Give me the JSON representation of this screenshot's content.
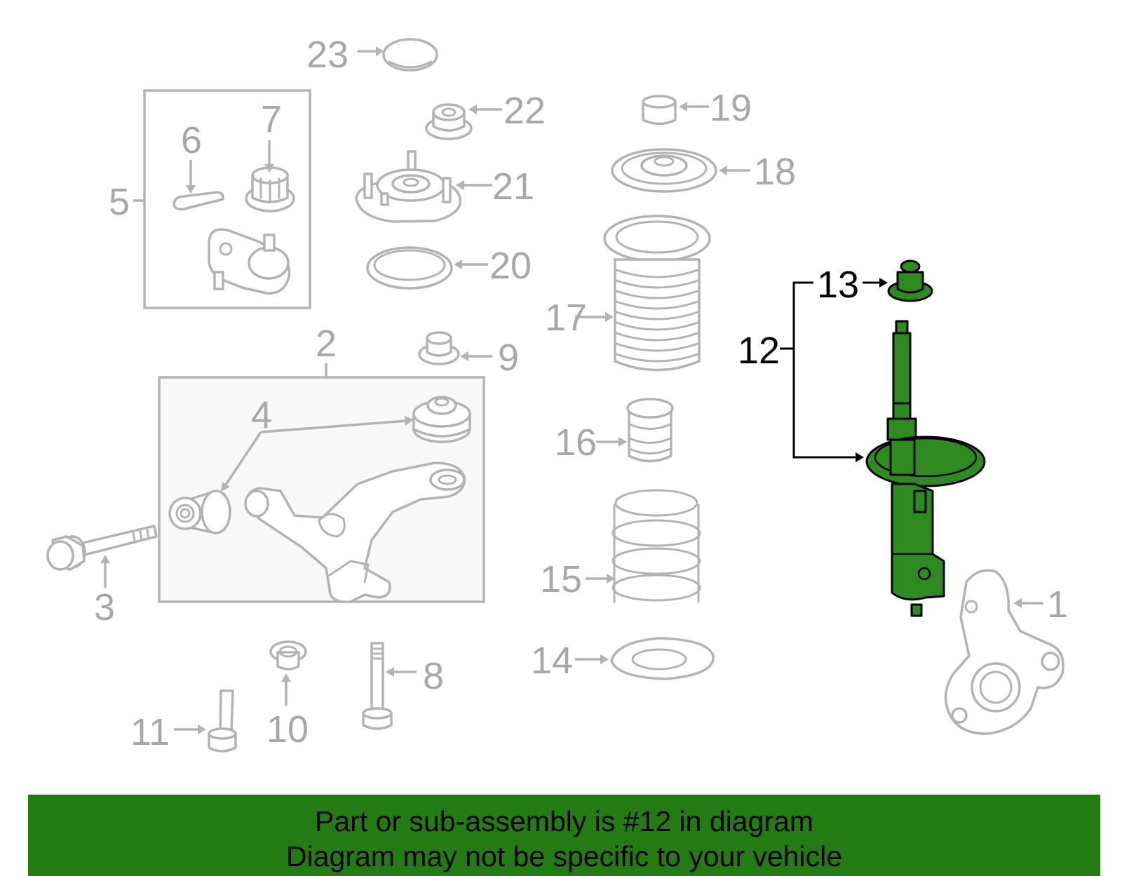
{
  "callouts": {
    "n1": "1",
    "n2": "2",
    "n3": "3",
    "n4": "4",
    "n5": "5",
    "n6": "6",
    "n7": "7",
    "n8": "8",
    "n9": "9",
    "n10": "10",
    "n11": "11",
    "n12": "12",
    "n13": "13",
    "n14": "14",
    "n15": "15",
    "n16": "16",
    "n17": "17",
    "n18": "18",
    "n19": "19",
    "n20": "20",
    "n21": "21",
    "n22": "22",
    "n23": "23"
  },
  "highlight": {
    "part": "12",
    "color": "#2f8a22"
  },
  "colors": {
    "footer_bg": "#247b14",
    "lines": "#b3b3b3"
  },
  "footer": {
    "line1": "Part or sub-assembly is #12 in diagram",
    "line2": "Diagram may not be specific to your vehicle"
  }
}
